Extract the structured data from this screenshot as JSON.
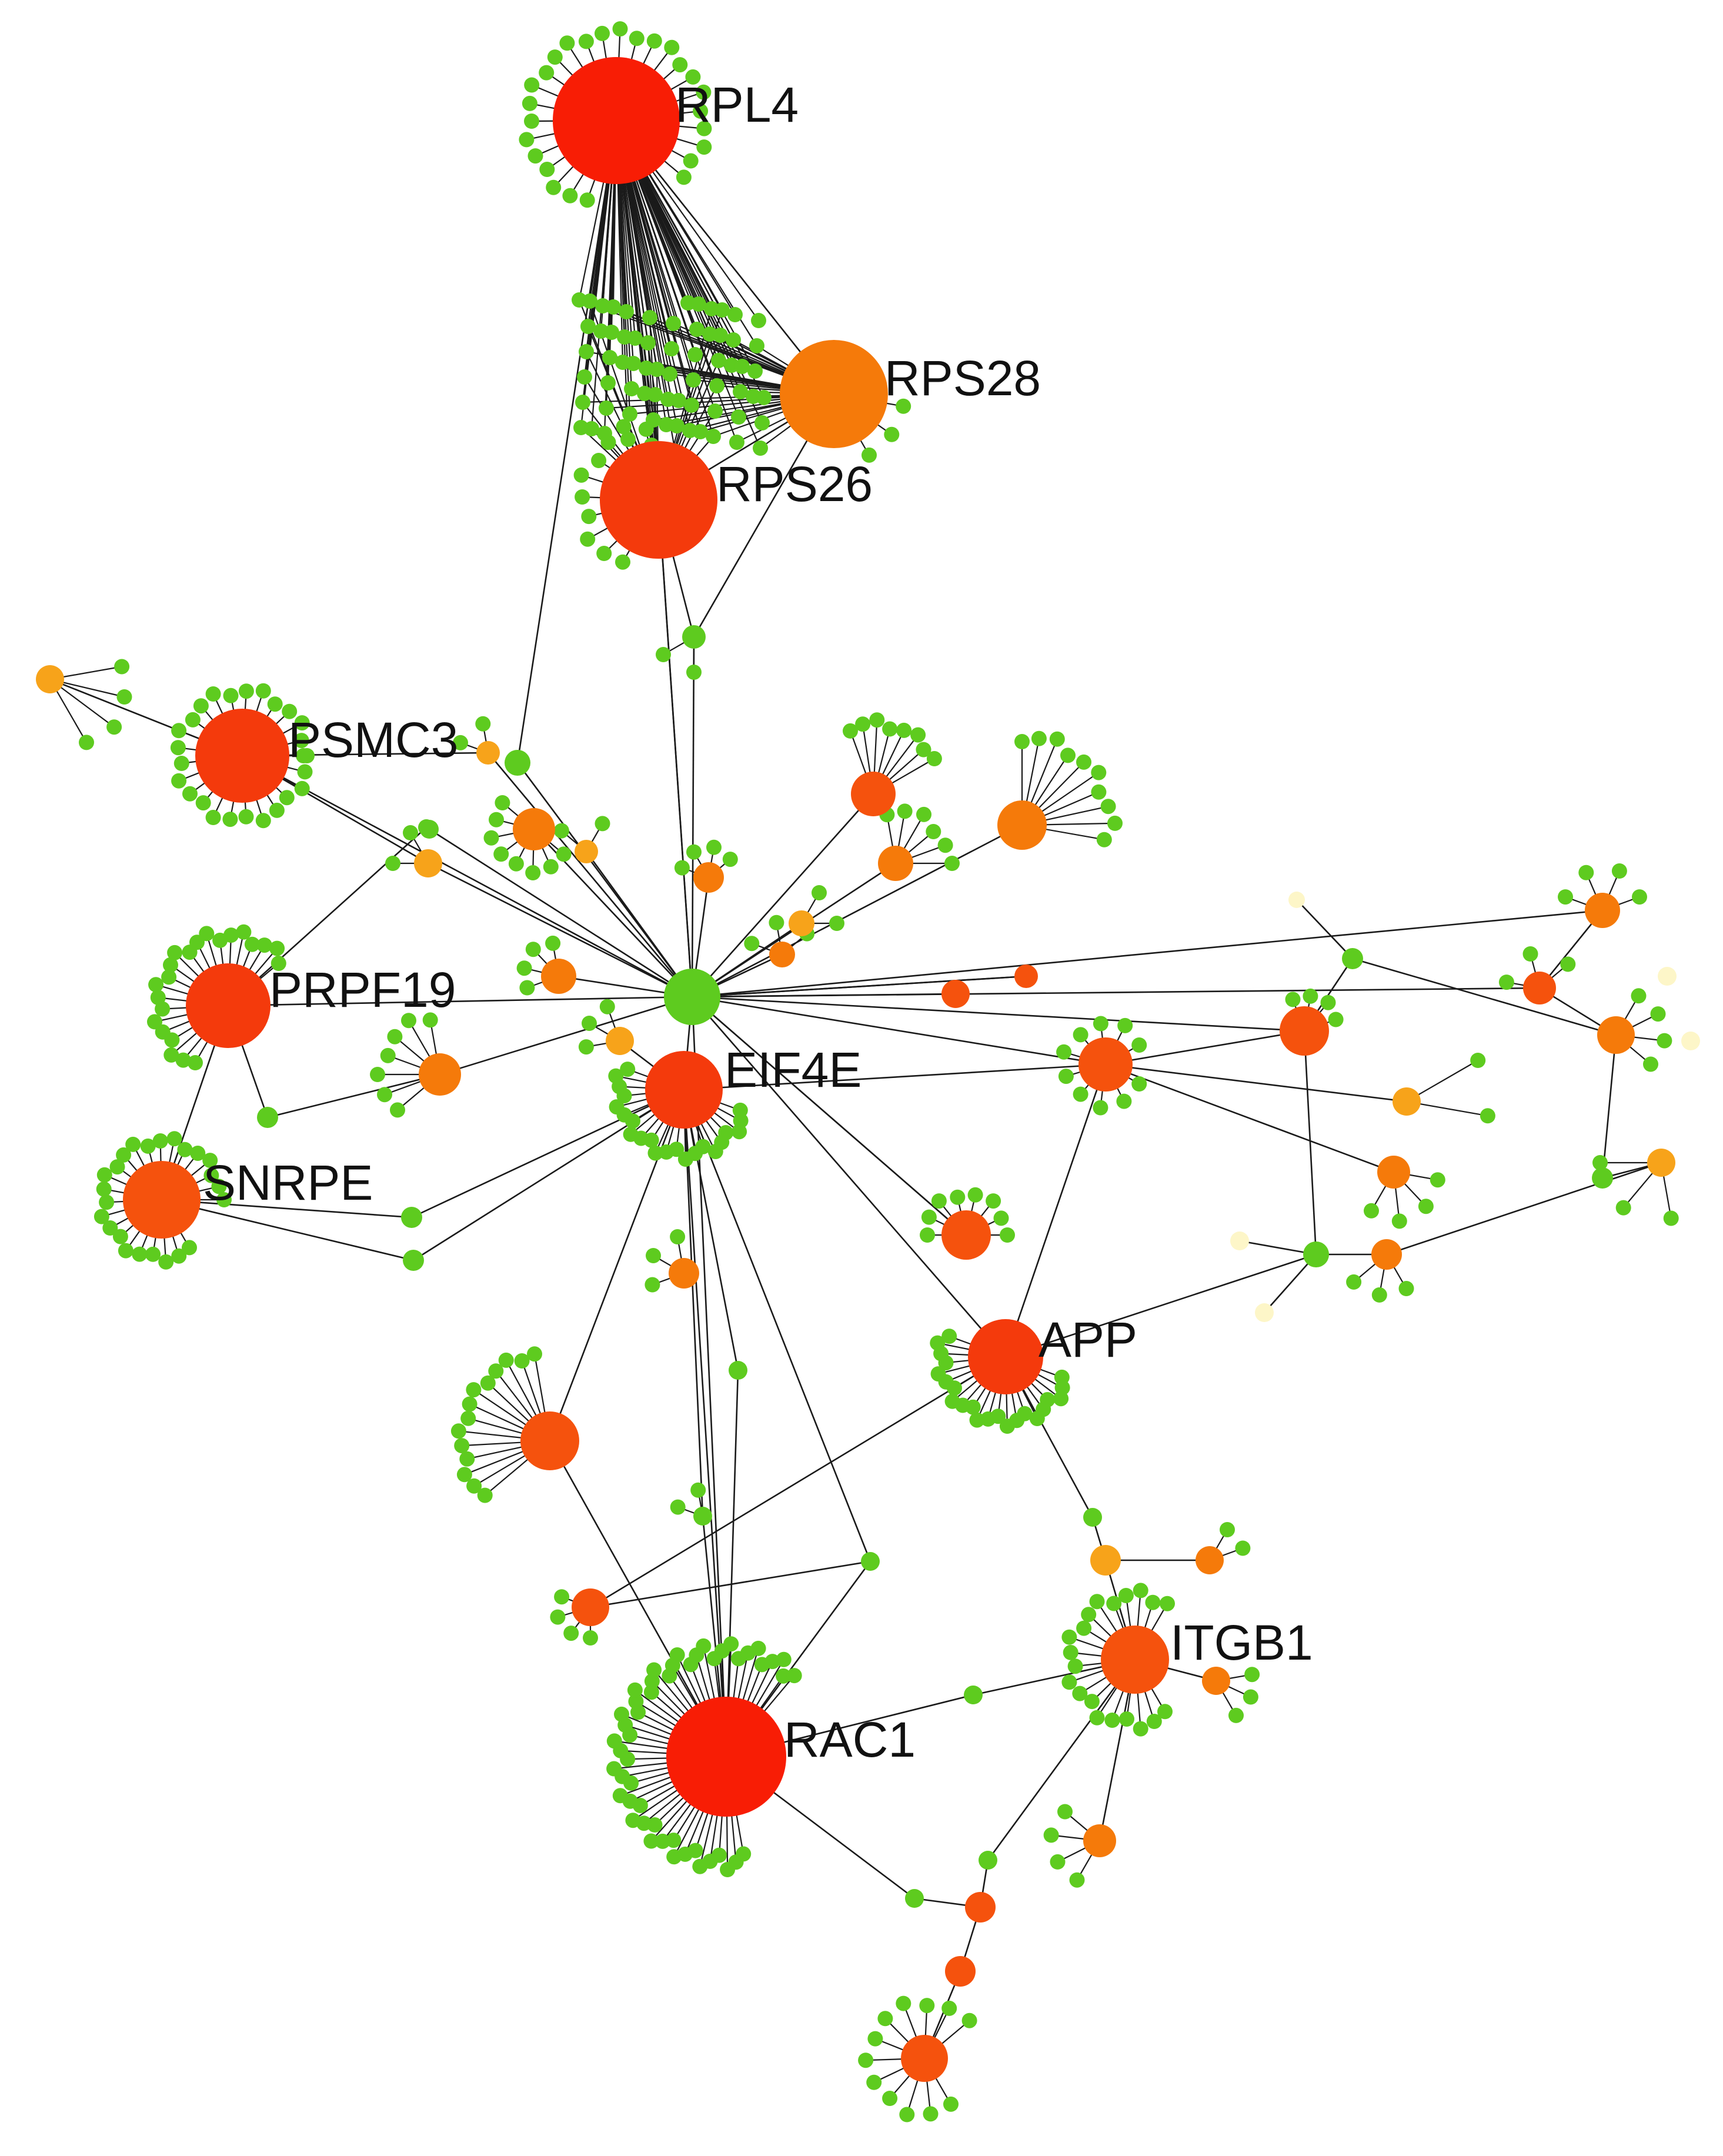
{
  "colors": {
    "green": "#5ecb1f",
    "hub_red": "#f81d05",
    "red": "#f43a0c",
    "red_orange": "#f5520d",
    "orange": "#f57a0a",
    "light_orange": "#f7a31a",
    "pale_yellow": "#fdf6c8"
  },
  "hub_labels": {
    "rpl4": "RPL4",
    "rps28": "RPS28",
    "rps26": "RPS26",
    "psmc3": "PSMC3",
    "prpf19": "PRPF19",
    "snrpe": "SNRPE",
    "eif4e": "EIF4E",
    "app": "APP",
    "itgb1": "ITGB1",
    "rac1": "RAC1"
  }
}
